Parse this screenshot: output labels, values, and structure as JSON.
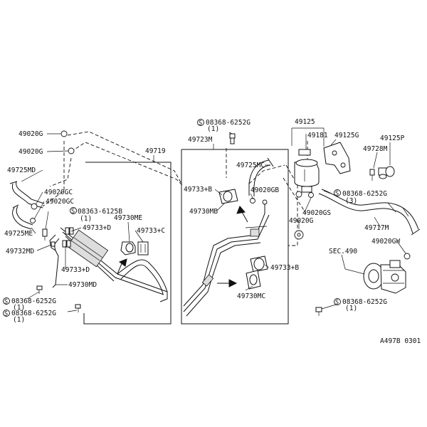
{
  "labels": {
    "p49020G_a": "49020G",
    "p49020G_b": "49020G",
    "p49719": "49719",
    "p49725MD": "49725MD",
    "p49020GC_a": "49020GC",
    "p49020GC_b": "49020GC",
    "p08363": "08363-6125B",
    "p08363_qty": "(1)",
    "p49725ME": "49725ME",
    "p49733D_a": "49733+D",
    "p49730ME": "49730ME",
    "p49733C": "49733+C",
    "p49732MD": "49732MD",
    "p49733D_b": "49733+D",
    "p49730MD": "49730MD",
    "p08368_a": "08368-6252G",
    "p08368_a_qty": "(1)",
    "p08368_b": "08368-6252G",
    "p08368_b_qty": "(1)",
    "p08368_top": "08368-6252G",
    "p08368_top_qty": "(1)",
    "p49723M": "49723M",
    "p49725MC": "49725MC",
    "p49733B_a": "49733+B",
    "p49730MB": "49730MB",
    "p49020GB": "49020GB",
    "p49733B_b": "49733+B",
    "p49730MC": "49730MC",
    "p49125": "49125",
    "p49181": "49181",
    "p49125G": "49125G",
    "p49125P": "49125P",
    "p49728M": "49728M",
    "p08368_r": "08368-6252G",
    "p08368_r_qty": "(3)",
    "p49020GS": "49020GS",
    "p49020G_c": "49020G",
    "p49717M": "49717M",
    "p49020GW": "49020GW",
    "sec490": "SEC.490",
    "p08368_br": "08368-6252G",
    "p08368_br_qty": "(1)",
    "footer_code": "A497B 0301"
  },
  "symbols": {
    "s_marker": "S"
  },
  "icons": {
    "bolt": "bolt-icon",
    "clip": "hose-clip-icon",
    "arrow": "direction-arrow-icon"
  }
}
